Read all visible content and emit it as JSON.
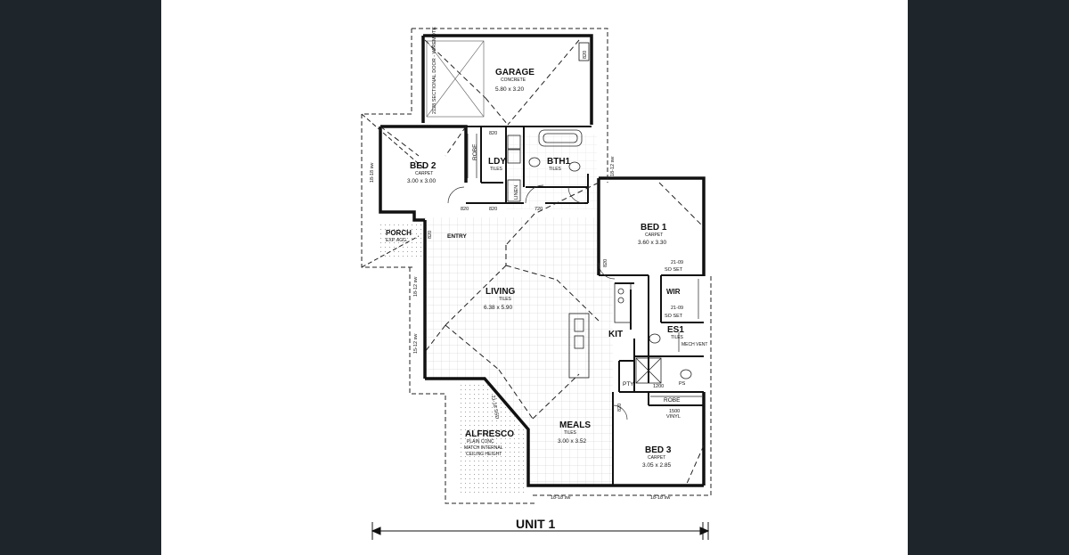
{
  "plan": {
    "title": "UNIT 1",
    "rooms": {
      "garage": {
        "name": "GARAGE",
        "finish": "CONCRETE",
        "size": "5.80 x 3.20"
      },
      "garage_door": "2128 SECTIONAL DOOR - W/REMOTE",
      "bed2": {
        "name": "BED 2",
        "finish": "CARPET",
        "size": "3.00 x 3.00"
      },
      "robe_bed2": "ROBE",
      "ldy": {
        "name": "LDY",
        "finish": "TILES"
      },
      "bth1": {
        "name": "BTH1",
        "finish": "TILES"
      },
      "linen": "LINEN",
      "bed1": {
        "name": "BED 1",
        "finish": "CARPET",
        "size": "3.60 x 3.30"
      },
      "wir": "WIR",
      "es1": {
        "name": "ES1",
        "finish": "TILES"
      },
      "mech_vent": "MECH VENT",
      "porch": {
        "name": "PORCH",
        "finish": "EXP. AGG."
      },
      "entry": "ENTRY",
      "living": {
        "name": "LIVING",
        "finish": "TILES",
        "size": "6.38 x 5.90"
      },
      "kit": "KIT",
      "pty": "PTY",
      "robe_bed3": "ROBE",
      "alfresco": {
        "name": "ALFRESCO",
        "finish": "PLAIN CONC",
        "note1": "MATCH INTERNAL",
        "note2": "CEILING HEIGHT"
      },
      "meals": {
        "name": "MEALS",
        "finish": "TILES",
        "size": "3.00 x 3.52"
      },
      "bed3": {
        "name": "BED 3",
        "finish": "CARPET",
        "size": "3.05 x 2.85"
      }
    },
    "labels": {
      "d820_a": "820",
      "d820_b": "820",
      "d820_c": "820",
      "d820_d": "820",
      "d820_e": "820",
      "d820_f": "820",
      "d820_g": "820",
      "d720": "720",
      "d1500": "1500",
      "vinyl": "VINYL",
      "d1200": "1200",
      "win_1818_left": "18-18 sw",
      "win_1812_right": "18-12 sw",
      "win_1812_liv1": "18-12 sw",
      "win_1512": "15-12 sw",
      "win_2118": "21-18 SSD",
      "win_1818_b1": "18-18 sw",
      "win_1818_b2": "18-18 sw",
      "win_2109_a": "21-09",
      "win_2109_b": "21-09",
      "so_set_a": "SO SET",
      "so_set_b": "SO SET",
      "ps": "PS"
    }
  }
}
